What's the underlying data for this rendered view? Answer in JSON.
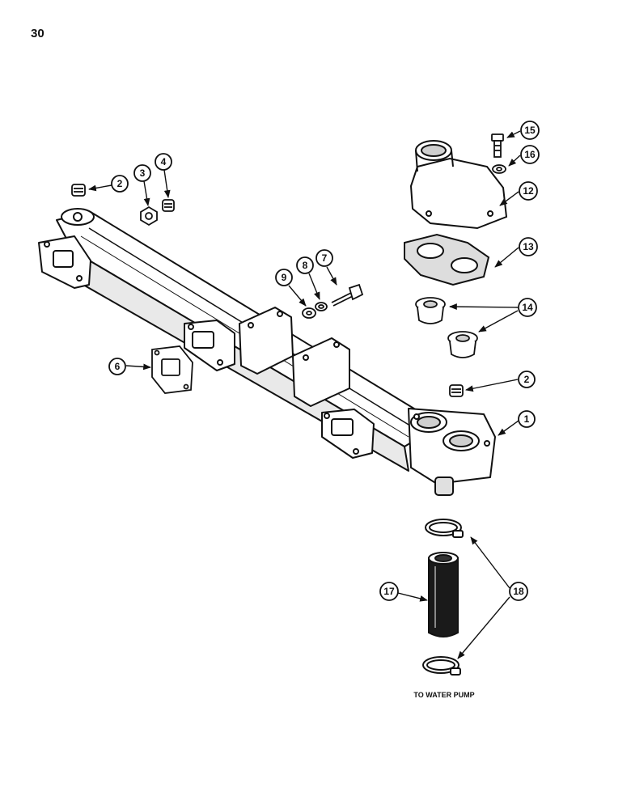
{
  "page_number": "30",
  "callouts": {
    "c1": "1",
    "c2a": "2",
    "c2b": "2",
    "c3": "3",
    "c4": "4",
    "c6": "6",
    "c7": "7",
    "c8": "8",
    "c9": "9",
    "c12": "12",
    "c13": "13",
    "c14": "14",
    "c15": "15",
    "c16": "16",
    "c17": "17",
    "c18": "18"
  },
  "caption": "TO WATER PUMP"
}
